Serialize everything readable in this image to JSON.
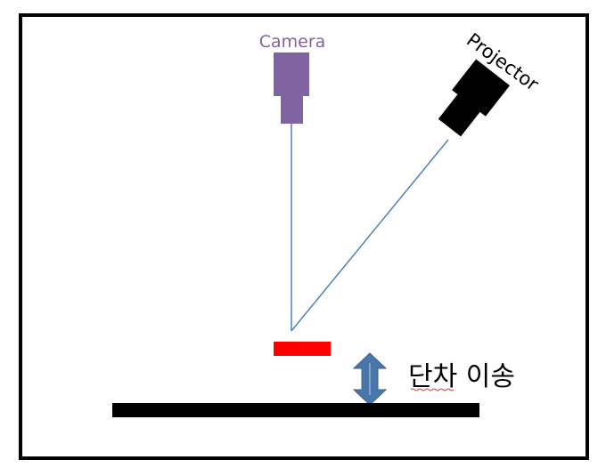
{
  "labels": {
    "camera": "Camera",
    "projector": "Projector",
    "step_transfer": "단차 이송"
  },
  "colors": {
    "camera": "#8064a2",
    "projector": "#000000",
    "ray": "#4f81bd",
    "target": "#ff0000",
    "arrow": "#4a76aa",
    "stage": "#000000",
    "frame": "#000000"
  }
}
